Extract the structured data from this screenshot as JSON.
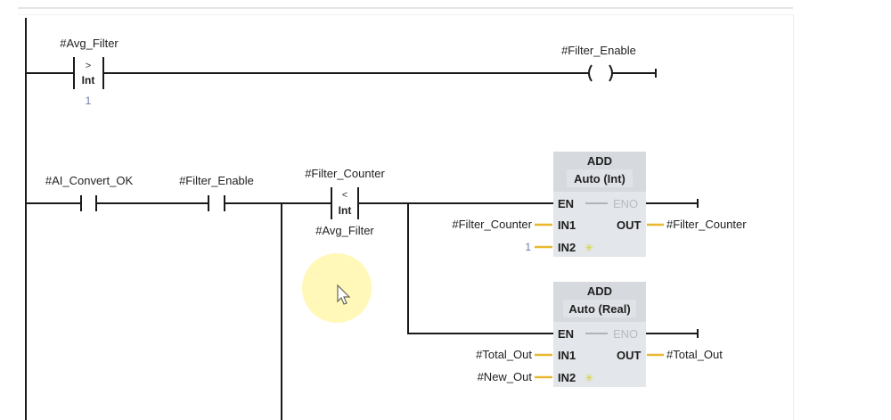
{
  "editor": {
    "type": "ladder-logic",
    "networks": [
      {
        "rung": 1,
        "elements": [
          {
            "kind": "compare-contact",
            "operand_top": "#Avg_Filter",
            "operator": ">",
            "datatype": "Int",
            "operand_bottom": "1"
          },
          {
            "kind": "coil",
            "operand": "#Filter_Enable"
          }
        ]
      },
      {
        "rung": 2,
        "elements": [
          {
            "kind": "no-contact",
            "operand": "#AI_Convert_OK"
          },
          {
            "kind": "no-contact",
            "operand": "#Filter_Enable"
          },
          {
            "kind": "compare-contact",
            "operand_top": "#Filter_Counter",
            "operator": "<",
            "datatype": "Int",
            "operand_bottom": "#Avg_Filter"
          }
        ],
        "boxes": [
          {
            "title": "ADD",
            "subtitle": "Auto (Int)",
            "en": "EN",
            "eno": "ENO",
            "in1": "IN1",
            "in2": "IN2",
            "out": "OUT",
            "in1_operand": "#Filter_Counter",
            "in2_operand": "1",
            "out_operand": "#Filter_Counter",
            "add_input_icon": "star-icon"
          },
          {
            "title": "ADD",
            "subtitle": "Auto (Real)",
            "en": "EN",
            "eno": "ENO",
            "in1": "IN1",
            "in2": "IN2",
            "out": "OUT",
            "in1_operand": "#Total_Out",
            "in2_operand": "#New_Out",
            "out_operand": "#Total_Out",
            "add_input_icon": "star-icon"
          }
        ]
      }
    ],
    "cursor": {
      "icon": "mouse-pointer-icon",
      "highlight": "#fff7b0"
    }
  },
  "colors": {
    "wire": "#1a1a1a",
    "param_wire": "#e8b830",
    "box_bg": "#e3e6ea",
    "box_header": "#d6dade",
    "constant_text": "#6b77b0",
    "eno_dim": "#b8bcc2",
    "star": "#d8d22a"
  }
}
